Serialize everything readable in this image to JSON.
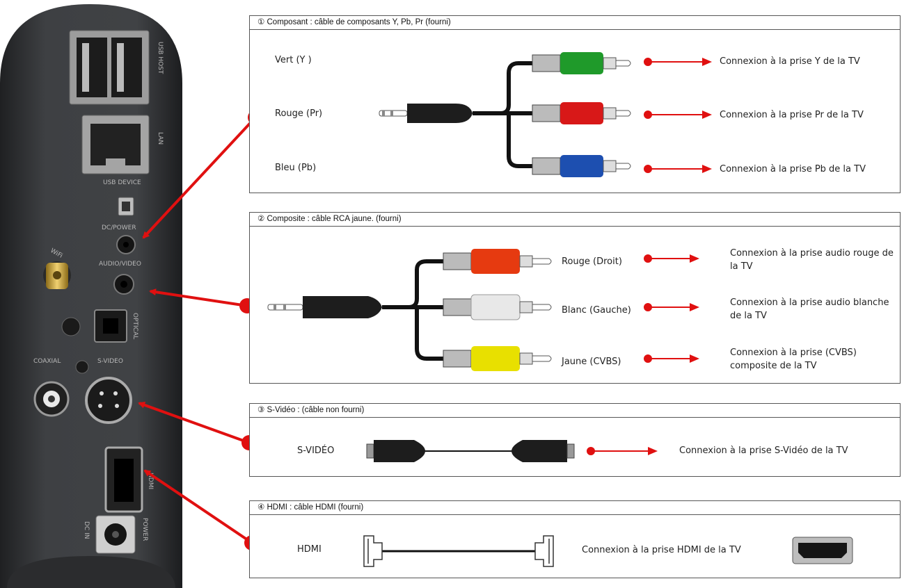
{
  "device_labels": {
    "usb_host": "USB HOST",
    "lan": "LAN",
    "usb_device": "USB DEVICE",
    "dc_power": "DC/POWER",
    "audio_video": "AUDIO/VIDEO",
    "wifi": "WiFi",
    "optical": "OPTICAL",
    "coaxial": "COAXIAL",
    "svideo": "S-VIDEO",
    "hdmi": "HDMI",
    "dc_in": "DC IN",
    "power": "POWER"
  },
  "panels": [
    {
      "title": "① Composant : câble de composants Y, Pb, Pr (fourni)",
      "rows": [
        {
          "label": "Vert (Y )",
          "desc": "Connexion à la prise Y de la TV"
        },
        {
          "label": "Rouge (Pr)",
          "desc": "Connexion à la prise Pr de la TV"
        },
        {
          "label": "Bleu (Pb)",
          "desc": "Connexion à la prise Pb de la TV"
        }
      ]
    },
    {
      "title": "② Composite : câble RCA jaune. (fourni)",
      "rows": [
        {
          "label": "Rouge (Droit)",
          "desc": "Connexion à la prise audio rouge de la TV"
        },
        {
          "label": "Blanc (Gauche)",
          "desc": "Connexion à la prise audio blanche de la TV"
        },
        {
          "label": "Jaune (CVBS)",
          "desc": "Connexion à la prise (CVBS) composite de la TV"
        }
      ]
    },
    {
      "title": "③ S-Vidéo : (câble non fourni)",
      "rows": [
        {
          "label": "S-VIDÉO",
          "desc": "Connexion à la prise S-Vidéo de la TV"
        }
      ]
    },
    {
      "title": "④ HDMI : câble HDMI (fourni)",
      "rows": [
        {
          "label": "HDMI",
          "desc": "Connexion à la prise HDMI de la TV"
        }
      ]
    }
  ],
  "colors": {
    "arrow": "#e01010",
    "green": "#1f9a2a",
    "red": "#d81818",
    "blue": "#1d4fb0",
    "white": "#e8e8e8",
    "yellow": "#e8e000",
    "device": "#3a3c3f"
  }
}
